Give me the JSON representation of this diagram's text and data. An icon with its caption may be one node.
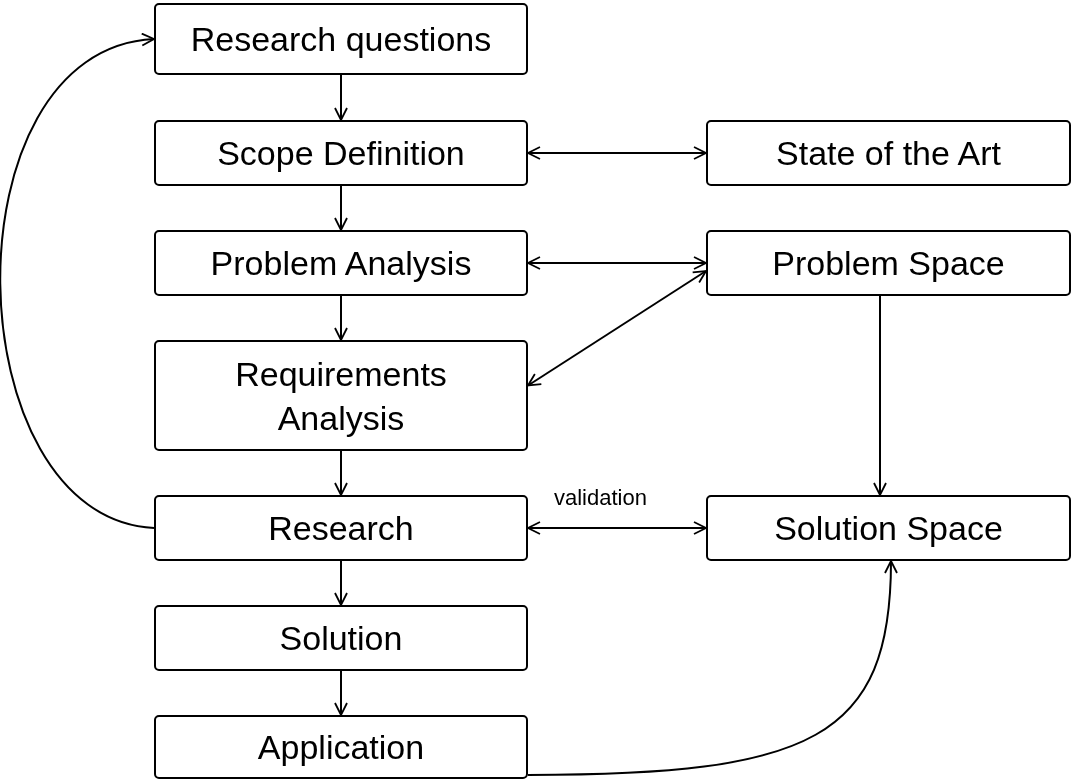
{
  "diagram": {
    "nodes": [
      {
        "text": [
          "Research questions"
        ]
      },
      {
        "text": [
          "Scope Definition"
        ]
      },
      {
        "text": [
          "Problem Analysis"
        ]
      },
      {
        "text": [
          "Requirements Analysis"
        ]
      },
      {
        "text": [
          "Research"
        ]
      },
      {
        "text": [
          "Solution"
        ]
      },
      {
        "text": [
          "Application"
        ]
      },
      {
        "text": [
          "State of the Art"
        ]
      },
      {
        "text": [
          "Problem Space"
        ]
      },
      {
        "text": [
          "Solution Space"
        ]
      }
    ],
    "edges": [
      {
        "from": 0,
        "to": 1,
        "arrow": "to"
      },
      {
        "from": 1,
        "to": 2,
        "arrow": "to"
      },
      {
        "from": 2,
        "to": 3,
        "arrow": "to"
      },
      {
        "from": 3,
        "to": 4,
        "arrow": "to"
      },
      {
        "from": 4,
        "to": 5,
        "arrow": "to"
      },
      {
        "from": 5,
        "to": 6,
        "arrow": "to"
      },
      {
        "from": 1,
        "to": 7,
        "arrow": "both"
      },
      {
        "from": 2,
        "to": 8,
        "arrow": "both"
      },
      {
        "from": 3,
        "to": 8,
        "arrow": "both"
      },
      {
        "from": 4,
        "to": 9,
        "arrow": "both",
        "label": "validation"
      },
      {
        "from": 8,
        "to": 9,
        "arrow": "to"
      },
      {
        "from": 4,
        "to": 0,
        "arrow": "to"
      },
      {
        "from": 6,
        "to": 9,
        "arrow": "to"
      }
    ]
  }
}
